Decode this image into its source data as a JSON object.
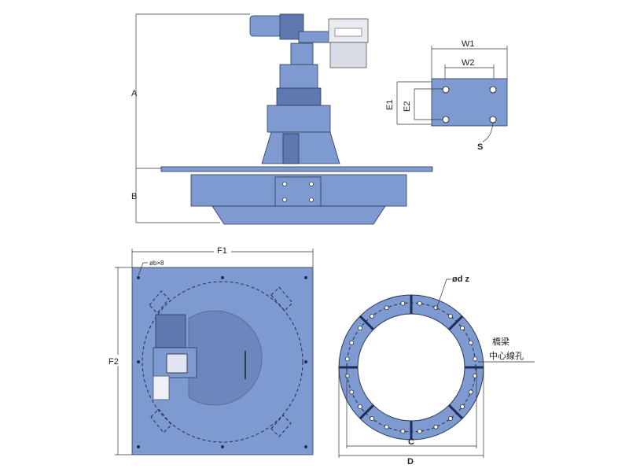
{
  "title": "Rotary drive assembly dimension drawing",
  "elevation_view": {
    "dim_a": "A",
    "dim_b": "B"
  },
  "flange_detail": {
    "dim_w1": "W1",
    "dim_w2": "W2",
    "dim_e1": "E1",
    "dim_e2": "E2",
    "bolt_label": "S"
  },
  "plan_view": {
    "dim_f1": "F1",
    "dim_f2": "F2",
    "hole_label": "øb×8"
  },
  "ring_view": {
    "hole_label": "ød  z",
    "note_line1": "橋梁",
    "note_line2": "中心線孔",
    "dim_c": "C",
    "dim_d": "D"
  },
  "colors": {
    "body": "#7f9ad0",
    "outline": "#2a3a5a"
  }
}
